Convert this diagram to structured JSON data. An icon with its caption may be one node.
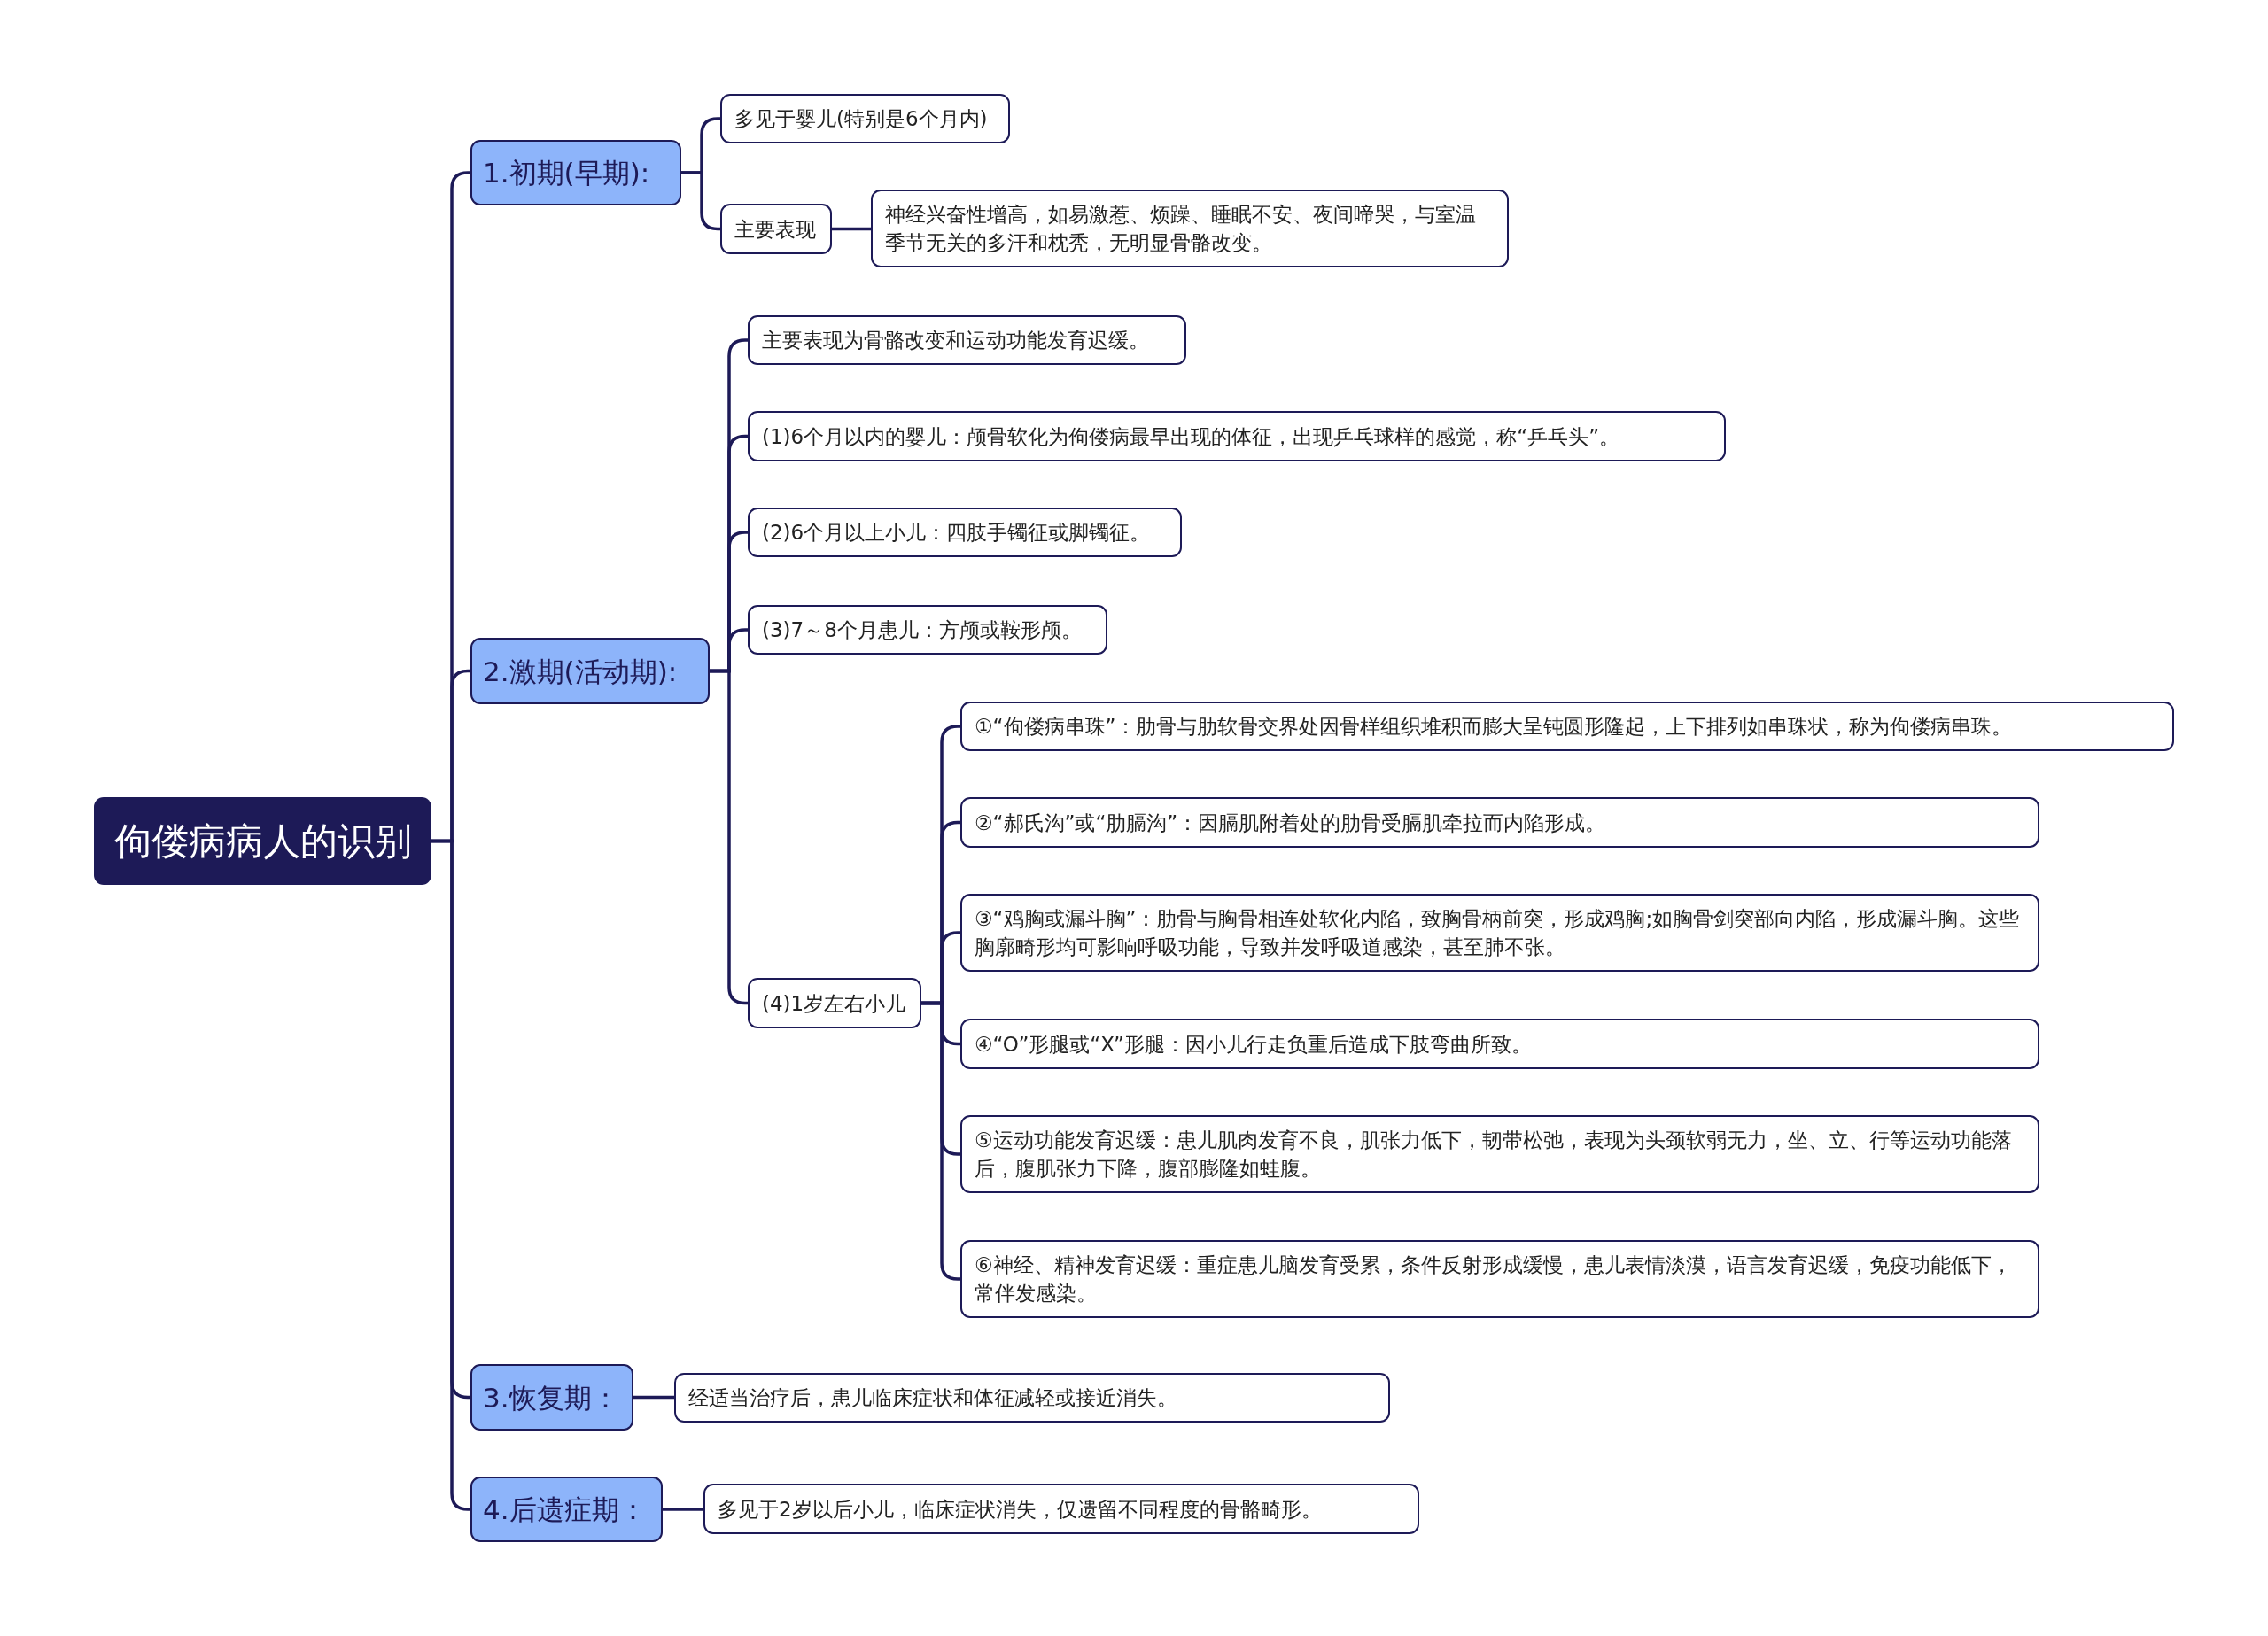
{
  "diagram": {
    "nodes": [
      {
        "text": [
          "佝偻病病人的识别"
        ]
      },
      {
        "text": [
          "1.初期(早期):"
        ]
      },
      {
        "text": [
          "多见于婴儿(特别是6个月内)"
        ]
      },
      {
        "text": [
          "主要表现"
        ]
      },
      {
        "text": [
          "神经兴奋性增高，如易激惹、烦躁、睡眠不安、夜间啼哭，与室温季节无关的多汗和枕秃，无明显骨骼改变。"
        ]
      },
      {
        "text": [
          "2.激期(活动期):"
        ]
      },
      {
        "text": [
          "主要表现为骨骼改变和运动功能发育迟缓。"
        ]
      },
      {
        "text": [
          "(1)6个月以内的婴儿：颅骨软化为佝偻病最早出现的体征，出现乒乓球样的感觉，称“乒乓头”。"
        ]
      },
      {
        "text": [
          "(2)6个月以上小儿：四肢手镯征或脚镯征。"
        ]
      },
      {
        "text": [
          "(3)7～8个月患儿：方颅或鞍形颅。"
        ]
      },
      {
        "text": [
          "(4)1岁左右小儿"
        ]
      },
      {
        "text": [
          "①“佝偻病串珠”：肋骨与肋软骨交界处因骨样组织堆积而膨大呈钝圆形隆起，上下排列如串珠状，称为佝偻病串珠。"
        ]
      },
      {
        "text": [
          "②“郝氏沟”或“肋膈沟”：因膈肌附着处的肋骨受膈肌牵拉而内陷形成。"
        ]
      },
      {
        "text": [
          "③“鸡胸或漏斗胸”：肋骨与胸骨相连处软化内陷，致胸骨柄前突，形成鸡胸;如胸骨剑突部向内陷，形成漏斗胸。这些胸廓畸形均可影响呼吸功能，导致并发呼吸道感染，甚至肺不张。"
        ]
      },
      {
        "text": [
          "④“O”形腿或“X”形腿：因小儿行走负重后造成下肢弯曲所致。"
        ]
      },
      {
        "text": [
          "⑤运动功能发育迟缓：患儿肌肉发育不良，肌张力低下，韧带松弛，表现为头颈软弱无力，坐、立、行等运动功能落后，腹肌张力下降，腹部膨隆如蛙腹。"
        ]
      },
      {
        "text": [
          "⑥神经、精神发育迟缓：重症患儿脑发育受累，条件反射形成缓慢，患儿表情淡漠，语言发育迟缓，免疫功能低下，常伴发感染。"
        ]
      },
      {
        "text": [
          "3.恢复期："
        ]
      },
      {
        "text": [
          "经适当治疗后，患儿临床症状和体征减轻或接近消失。"
        ]
      },
      {
        "text": [
          "4.后遗症期："
        ]
      },
      {
        "text": [
          "多见于2岁以后小儿，临床症状消失，仅遗留不同程度的骨骼畸形。"
        ]
      }
    ],
    "edges": [
      {
        "from": 0,
        "to": 1,
        "arrow": "none"
      },
      {
        "from": 0,
        "to": 5,
        "arrow": "none"
      },
      {
        "from": 0,
        "to": 17,
        "arrow": "none"
      },
      {
        "from": 0,
        "to": 19,
        "arrow": "none"
      },
      {
        "from": 1,
        "to": 2,
        "arrow": "none"
      },
      {
        "from": 1,
        "to": 3,
        "arrow": "none"
      },
      {
        "from": 3,
        "to": 4,
        "arrow": "none"
      },
      {
        "from": 5,
        "to": 6,
        "arrow": "none"
      },
      {
        "from": 5,
        "to": 7,
        "arrow": "none"
      },
      {
        "from": 5,
        "to": 8,
        "arrow": "none"
      },
      {
        "from": 5,
        "to": 9,
        "arrow": "none"
      },
      {
        "from": 5,
        "to": 10,
        "arrow": "none"
      },
      {
        "from": 10,
        "to": 11,
        "arrow": "none"
      },
      {
        "from": 10,
        "to": 12,
        "arrow": "none"
      },
      {
        "from": 10,
        "to": 13,
        "arrow": "none"
      },
      {
        "from": 10,
        "to": 14,
        "arrow": "none"
      },
      {
        "from": 10,
        "to": 15,
        "arrow": "none"
      },
      {
        "from": 10,
        "to": 16,
        "arrow": "none"
      },
      {
        "from": 17,
        "to": 18,
        "arrow": "none"
      },
      {
        "from": 19,
        "to": 20,
        "arrow": "none"
      }
    ]
  }
}
